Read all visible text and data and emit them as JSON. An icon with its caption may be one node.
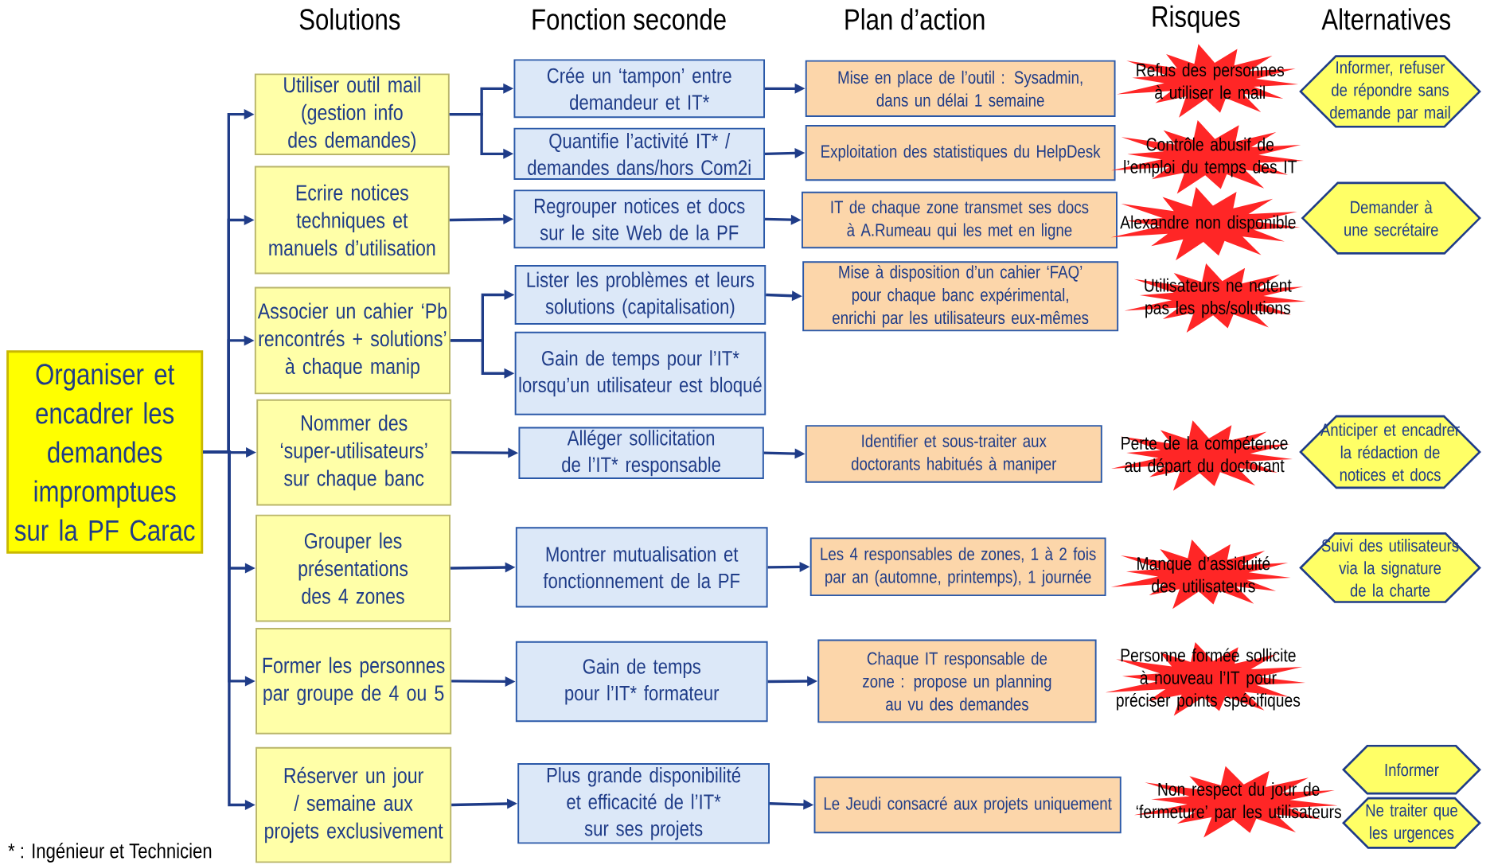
{
  "diagram": {
    "nodes": [
      {
        "text": [
          "Organiser et encadrer les demandes impromptues sur la PF Carac"
        ]
      },
      {
        "text": [
          "Utiliser outil mail (gestion info des demandes)"
        ]
      },
      {
        "text": [
          "Ecrire notices techniques et manuels d’utilisation"
        ]
      },
      {
        "text": [
          "Associer un cahier ‘Pb rencontrés + solutions’ à chaque manip"
        ]
      },
      {
        "text": [
          "Nommer des ‘super-utilisateurs’ sur chaque banc"
        ]
      },
      {
        "text": [
          "Grouper les présentations des 4 zones"
        ]
      },
      {
        "text": [
          "Former les personnes par groupe de 4 ou 5"
        ]
      },
      {
        "text": [
          "Réserver un jour / semaine aux projets exclusivement"
        ]
      },
      {
        "text": [
          "Crée un ‘tampon’ entre demandeur et IT*"
        ]
      },
      {
        "text": [
          "Quantifie l’activité IT* / demandes dans/hors Com2i"
        ]
      },
      {
        "text": [
          "Regrouper notices et docs sur le site Web de la PF"
        ]
      },
      {
        "text": [
          "Lister les problèmes et leurs solutions (capitalisation)"
        ]
      },
      {
        "text": [
          "Gain de temps pour l’IT* lorsqu’un utilisateur est bloqué"
        ]
      },
      {
        "text": [
          "Alléger sollicitation de l’IT* responsable"
        ]
      },
      {
        "text": [
          "Montrer mutualisation et fonctionnement de la PF"
        ]
      },
      {
        "text": [
          "Gain de temps pour l’IT* formateur"
        ]
      },
      {
        "text": [
          "Plus grande disponibilité et efficacité de l’IT* sur ses projets"
        ]
      },
      {
        "text": [
          "Mise en place de l’outil : Sysadmin, dans un délai 1 semaine"
        ]
      },
      {
        "text": [
          "Exploitation des statistiques du HelpDesk"
        ]
      },
      {
        "text": [
          "IT de chaque zone transmet ses docs à A.Rumeau qui les met en ligne"
        ]
      },
      {
        "text": [
          "Mise à disposition d’un cahier ‘FAQ’ pour chaque banc expérimental, enrichi par les utilisateurs eux-mêmes"
        ]
      },
      {
        "text": [
          "Identifier et sous-traiter aux doctorants habitués à maniper"
        ]
      },
      {
        "text": [
          "Les 4 responsables de zones, 1 à 2 fois par an (automne, printemps), 1 journée"
        ]
      },
      {
        "text": [
          "Chaque IT responsable de zone : propose un planning au vu des demandes"
        ]
      },
      {
        "text": [
          "Le Jeudi consacré aux projets uniquement"
        ]
      },
      {
        "text": [
          "Refus des personnes à utiliser le mail"
        ]
      },
      {
        "text": [
          "Contrôle abusif de l’emploi du temps des IT"
        ]
      },
      {
        "text": [
          "Alexandre non disponible"
        ]
      },
      {
        "text": [
          "Utilisateurs ne notent pas les pbs/solutions"
        ]
      },
      {
        "text": [
          "Perte de la compétence au départ du doctorant"
        ]
      },
      {
        "text": [
          "Manque d’assiduité des utilisateurs"
        ]
      },
      {
        "text": [
          "Personne formée sollicite à nouveau l’IT pour préciser points spécifiques"
        ]
      },
      {
        "text": [
          "Non respect du jour de ‘fermeture’ par les utilisateurs"
        ]
      },
      {
        "text": [
          "Informer, refuser de répondre sans demande par mail"
        ]
      },
      {
        "text": [
          "Demander à une secrétaire"
        ]
      },
      {
        "text": [
          "Anticiper et encadrer la rédaction de notices et docs"
        ]
      },
      {
        "text": [
          "Suivi des utilisateurs via la signature de la charte"
        ]
      },
      {
        "text": [
          "Informer"
        ]
      },
      {
        "text": [
          "Ne traiter que les urgences"
        ]
      }
    ],
    "edges": [
      {
        "from": 0,
        "to": 1,
        "arrow": "to"
      },
      {
        "from": 0,
        "to": 2,
        "arrow": "to"
      },
      {
        "from": 0,
        "to": 3,
        "arrow": "to"
      },
      {
        "from": 0,
        "to": 4,
        "arrow": "to"
      },
      {
        "from": 0,
        "to": 5,
        "arrow": "to"
      },
      {
        "from": 0,
        "to": 6,
        "arrow": "to"
      },
      {
        "from": 0,
        "to": 7,
        "arrow": "to"
      },
      {
        "from": 1,
        "to": 8,
        "arrow": "to"
      },
      {
        "from": 1,
        "to": 9,
        "arrow": "to"
      },
      {
        "from": 2,
        "to": 10,
        "arrow": "to"
      },
      {
        "from": 3,
        "to": 11,
        "arrow": "to"
      },
      {
        "from": 3,
        "to": 12,
        "arrow": "to"
      },
      {
        "from": 4,
        "to": 13,
        "arrow": "to"
      },
      {
        "from": 5,
        "to": 14,
        "arrow": "to"
      },
      {
        "from": 6,
        "to": 15,
        "arrow": "to"
      },
      {
        "from": 7,
        "to": 16,
        "arrow": "to"
      },
      {
        "from": 8,
        "to": 17,
        "arrow": "to"
      },
      {
        "from": 9,
        "to": 18,
        "arrow": "to"
      },
      {
        "from": 10,
        "to": 19,
        "arrow": "to"
      },
      {
        "from": 11,
        "to": 20,
        "arrow": "to"
      },
      {
        "from": 13,
        "to": 21,
        "arrow": "to"
      },
      {
        "from": 14,
        "to": 22,
        "arrow": "to"
      },
      {
        "from": 15,
        "to": 23,
        "arrow": "to"
      },
      {
        "from": 16,
        "to": 24,
        "arrow": "to"
      }
    ],
    "labels": [
      "Solutions",
      "Fonction seconde",
      "Plan d’action",
      "Risques",
      "Alternatives",
      "* : Ingénieur et Technicien"
    ]
  }
}
